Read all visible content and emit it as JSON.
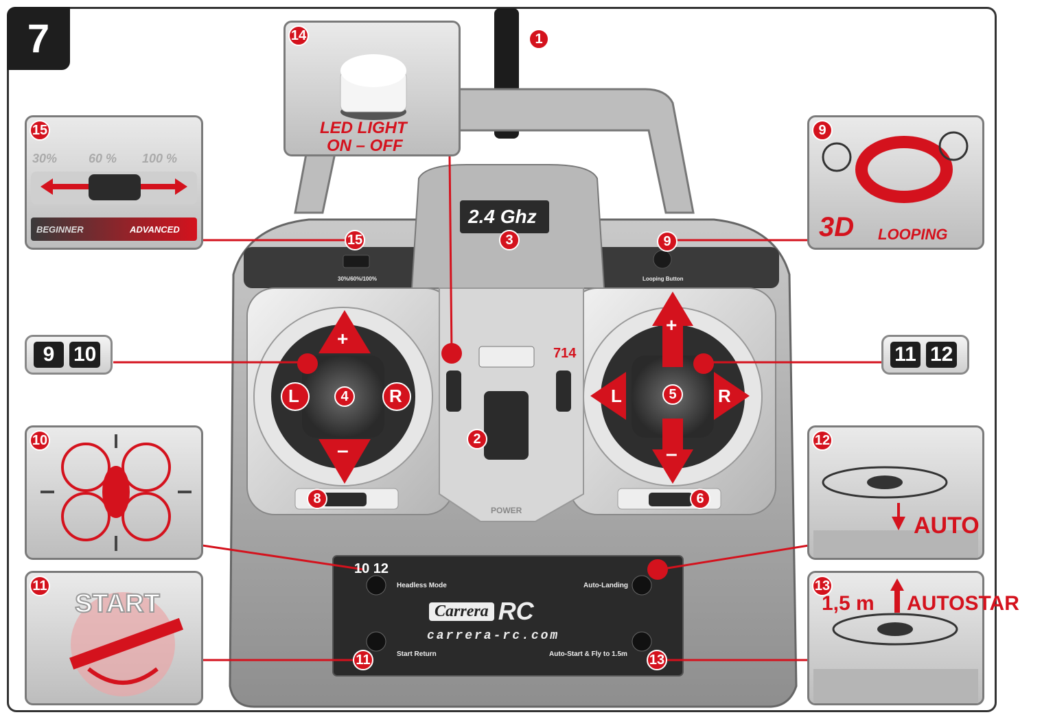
{
  "figure_number": "7",
  "colors": {
    "accent_red": "#d4121d",
    "body_grey": "#9e9e9e",
    "dark": "#1e1e1e"
  },
  "led_panel": {
    "badge": "14",
    "line1": "LED LIGHT",
    "line2": "ON – OFF"
  },
  "speed_panel": {
    "badge": "15",
    "p30": "30%",
    "p60": "60 %",
    "p100": "100 %",
    "beginner": "BEGINNER",
    "advanced": "ADVANCED"
  },
  "looping_panel": {
    "badge": "9",
    "big": "3D",
    "small": "LOOPING"
  },
  "left_numbox": [
    "9",
    "10"
  ],
  "right_numbox": [
    "11",
    "12"
  ],
  "headless_panel": {
    "badge": "10"
  },
  "start_panel": {
    "badge": "11",
    "text": "START"
  },
  "auto_land_panel": {
    "badge": "12",
    "text": "AUTO"
  },
  "autostart_panel": {
    "badge": "13",
    "height": "1,5 m",
    "text": "AUTOSTAR"
  },
  "controller": {
    "freq_label": "2.4 Ghz",
    "speed_switch_label": "30%/60%/100%",
    "looping_button_label": "Looping Button",
    "headless_label": "Headless Mode",
    "autolanding_label": "Auto-Landing",
    "startreturn_label": "Start Return",
    "autostart_label": "Auto-Start & Fly to 1.5m",
    "brand": "Carrera",
    "brand_rc": "RC",
    "website": "carrera-rc.com",
    "power_label": "POWER"
  },
  "stick_left": {
    "up": "+",
    "down": "–",
    "left": "L",
    "right": "R",
    "center": "4"
  },
  "stick_right": {
    "up": "+",
    "down": "–",
    "left": "L",
    "right": "R",
    "center": "5"
  },
  "callouts": {
    "antenna": "1",
    "power": "2",
    "freq": "3",
    "trim_left": "8",
    "trim_right": "6",
    "speed_switch": "15",
    "looping": "9",
    "trim_pair": "714",
    "headless_pair": "10 12",
    "start_return": "11",
    "autostart": "13"
  }
}
